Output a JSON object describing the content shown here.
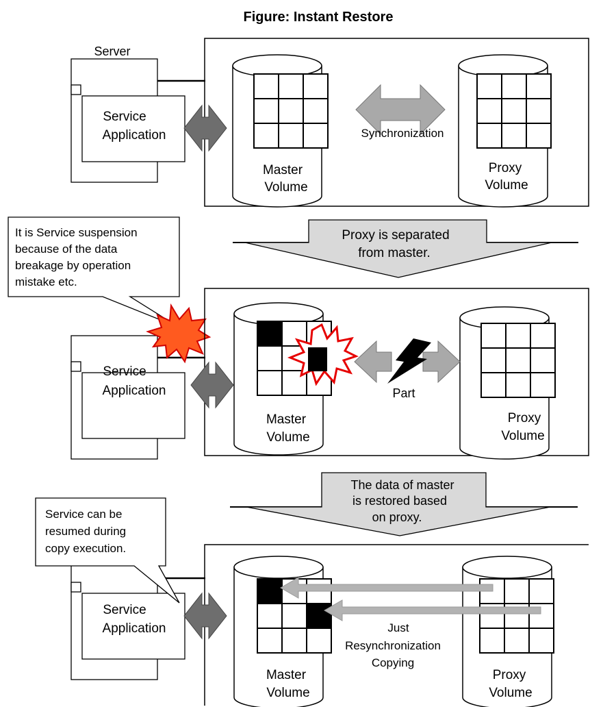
{
  "title": "Figure: Instant Restore",
  "panels": [
    {
      "server_label": "Server",
      "app_label_line1": "Service",
      "app_label_line2": "Application",
      "master_label_line1": "Master",
      "master_label_line2": "Volume",
      "proxy_label_line1": "Proxy",
      "proxy_label_line2": "Volume",
      "link_label": "Synchronization"
    },
    {
      "app_label_line1": "Service",
      "app_label_line2": "Application",
      "master_label_line1": "Master",
      "master_label_line2": "Volume",
      "proxy_label_line1": "Proxy",
      "proxy_label_line2": "Volume",
      "link_label": "Part",
      "callout_lines": [
        "It is Service suspension",
        "because of the data",
        "breakage by operation",
        "mistake etc."
      ]
    },
    {
      "app_label_line1": "Service",
      "app_label_line2": "Application",
      "master_label_line1": "Master",
      "master_label_line2": "Volume",
      "proxy_label_line1": "Proxy",
      "proxy_label_line2": "Volume",
      "link_label_lines": [
        "Just",
        "Resynchronization",
        "Copying"
      ],
      "callout_lines": [
        "Service can be",
        "resumed during",
        "copy execution."
      ]
    }
  ],
  "transitions": [
    {
      "lines": [
        "Proxy is separated",
        "from master."
      ]
    },
    {
      "lines": [
        "The data of master",
        "is restored based",
        "on proxy."
      ]
    }
  ]
}
